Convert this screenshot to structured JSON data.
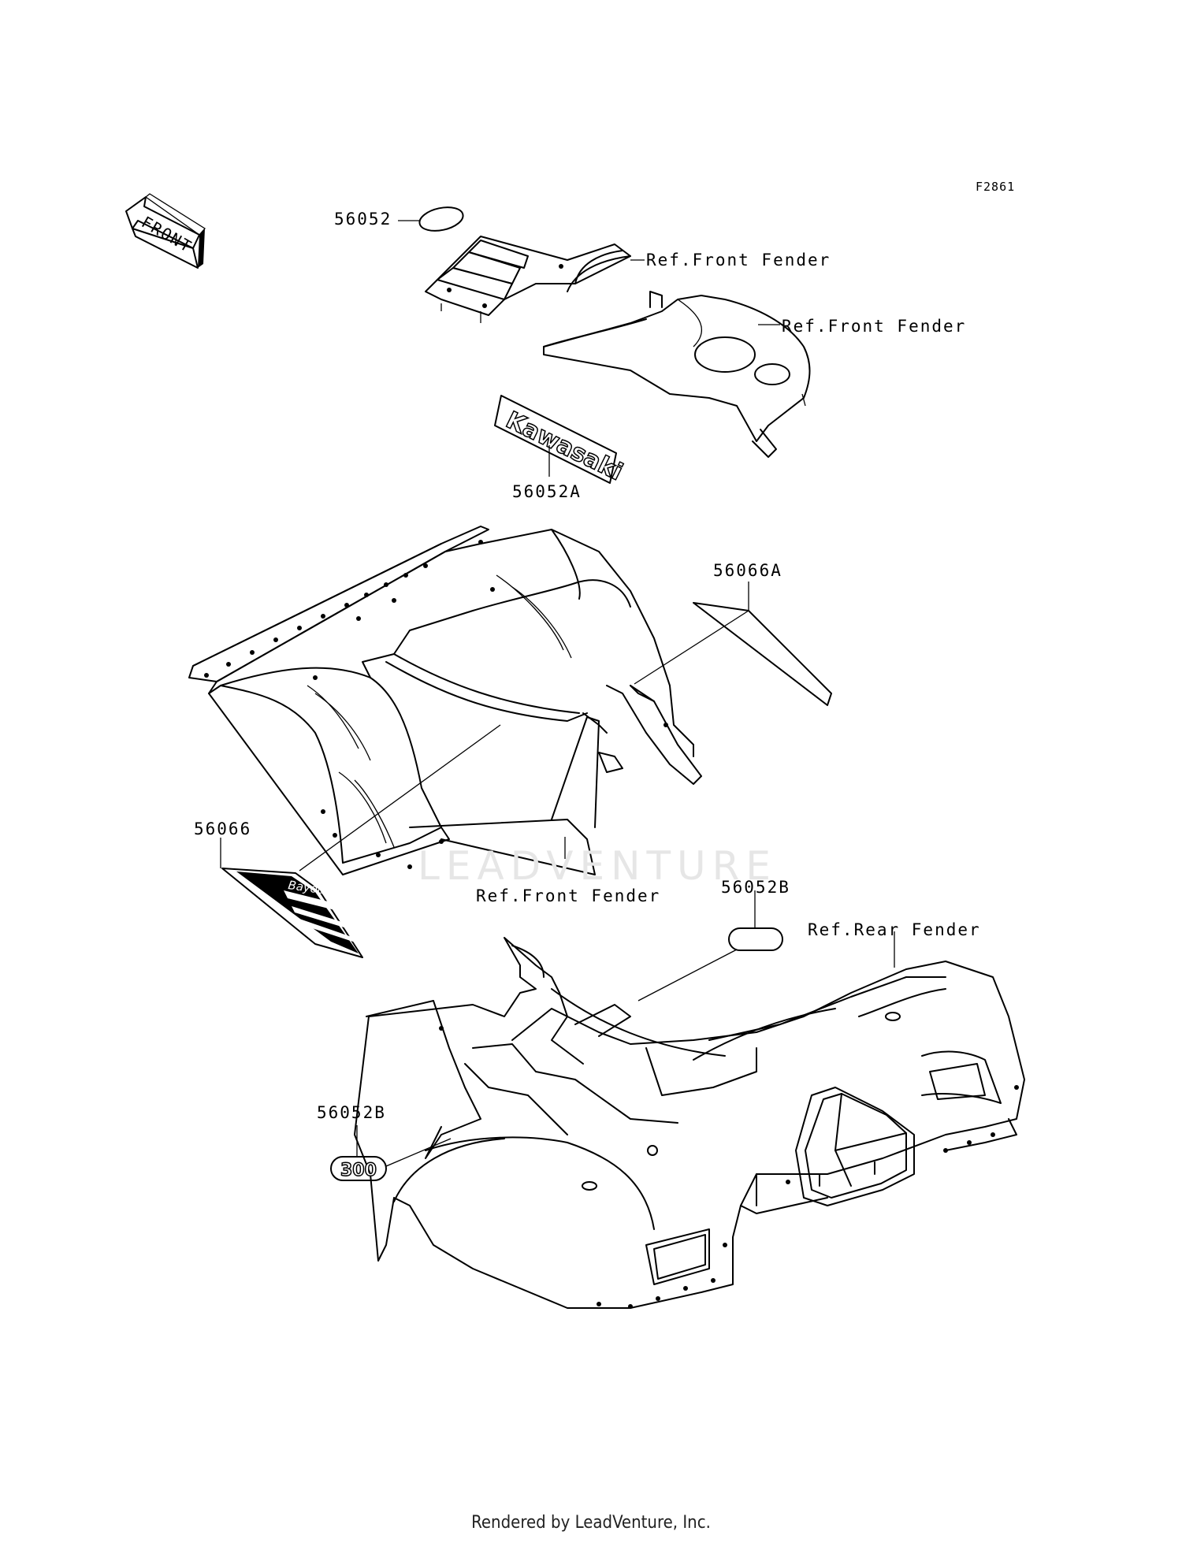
{
  "figure_code": "F2861",
  "front_arrow_text": "FRONT",
  "labels": {
    "p56052": "56052",
    "p56052A": "56052A",
    "p56066A": "56066A",
    "p56066": "56066",
    "p56052B_top": "56052B",
    "p56052B_left": "56052B",
    "ref_front_fender_1": "Ref.Front Fender",
    "ref_front_fender_2": "Ref.Front Fender",
    "ref_front_fender_3": "Ref.Front Fender",
    "ref_rear_fender": "Ref.Rear Fender"
  },
  "decal_text": {
    "kawasaki": "Kawasaki",
    "bayou": "Bayou",
    "model_300": "300"
  },
  "watermark": "LEADVENTURE",
  "footer": "Rendered by LeadVenture, Inc."
}
